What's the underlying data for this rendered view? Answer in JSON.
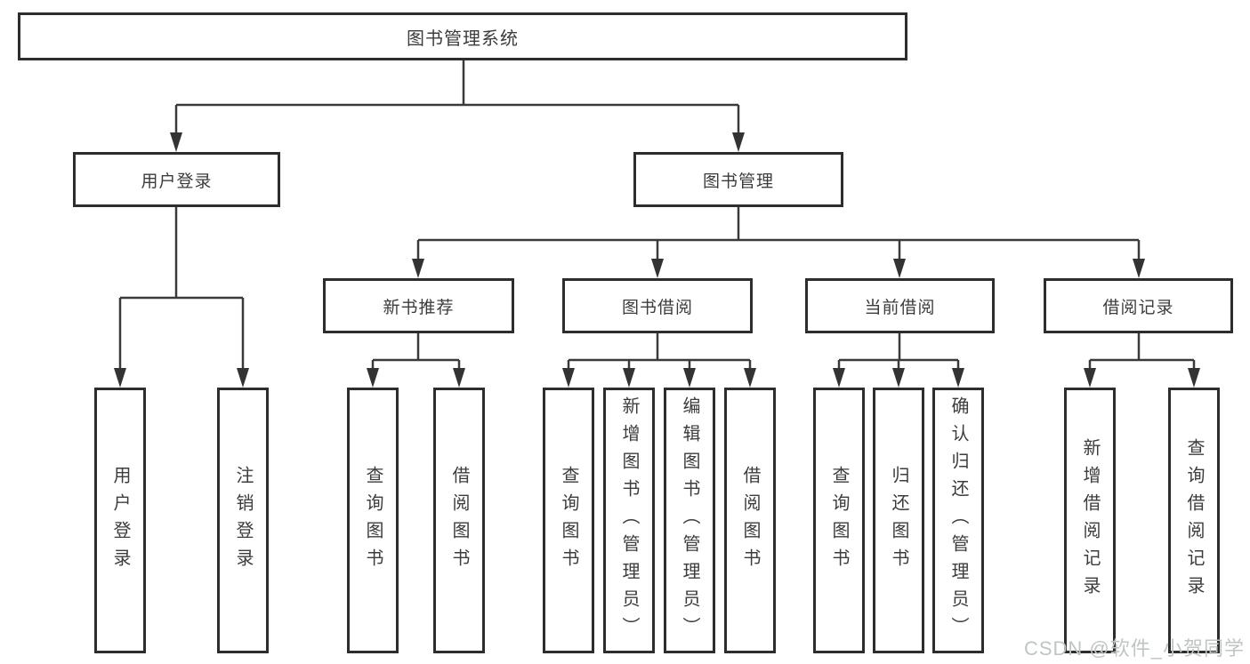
{
  "diagram": {
    "root": {
      "label": "图书管理系统"
    },
    "branches": [
      {
        "label": "用户登录"
      },
      {
        "label": "图书管理"
      }
    ],
    "modules": [
      {
        "label": "新书推荐"
      },
      {
        "label": "图书借阅"
      },
      {
        "label": "当前借阅"
      },
      {
        "label": "借阅记录"
      }
    ],
    "leaves": [
      {
        "label": "用户登录"
      },
      {
        "label": "注销登录"
      },
      {
        "label": "查询图书"
      },
      {
        "label": "借阅图书"
      },
      {
        "label": "查询图书"
      },
      {
        "label": "新增图书（管理员）"
      },
      {
        "label": "编辑图书（管理员）"
      },
      {
        "label": "借阅图书"
      },
      {
        "label": "查询图书"
      },
      {
        "label": "归还图书"
      },
      {
        "label": "确认归还（管理员）"
      },
      {
        "label": "新增借阅记录"
      },
      {
        "label": "查询借阅记录"
      }
    ]
  },
  "watermark": {
    "text": "CSDN @软件_小贺同学"
  },
  "colors": {
    "line": "#3a3a3a",
    "box_border": "#2d2d2d",
    "text": "#3c3c3c",
    "background": "#ffffff",
    "watermark": "#bfc4c4"
  }
}
